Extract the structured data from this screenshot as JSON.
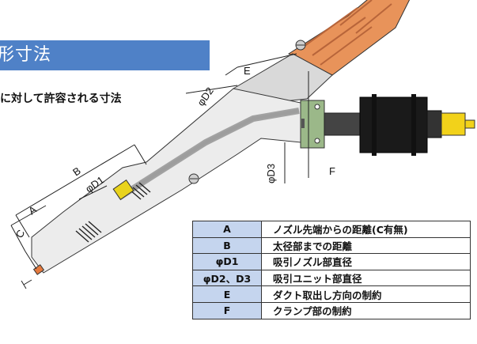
{
  "header": {
    "title": "形寸法",
    "subtitle": "に対して許容される寸法"
  },
  "dimensions": {
    "A": "A",
    "B": "B",
    "C": "C",
    "D1": "φD1",
    "D2": "φD2",
    "D3": "φD3",
    "E": "E",
    "F": "F"
  },
  "legend": {
    "rows": [
      {
        "key": "A",
        "desc": "ノズル先端からの距離(C有無)"
      },
      {
        "key": "B",
        "desc": "太径部までの距離"
      },
      {
        "key": "φD1",
        "desc": "吸引ノズル部直径"
      },
      {
        "key": "φD2、D3",
        "desc": "吸引ユニット部直径"
      },
      {
        "key": "E",
        "desc": "ダクト取出し方向の制約"
      },
      {
        "key": "F",
        "desc": "クランプ部の制約"
      }
    ]
  },
  "colors": {
    "banner": "#4f81c7",
    "legend_key_bg": "#c5d5ee",
    "hose": "#e8935a",
    "clamp_green": "#9bb889",
    "connector_yellow": "#f2d21a",
    "body_gray": "#ececec"
  }
}
